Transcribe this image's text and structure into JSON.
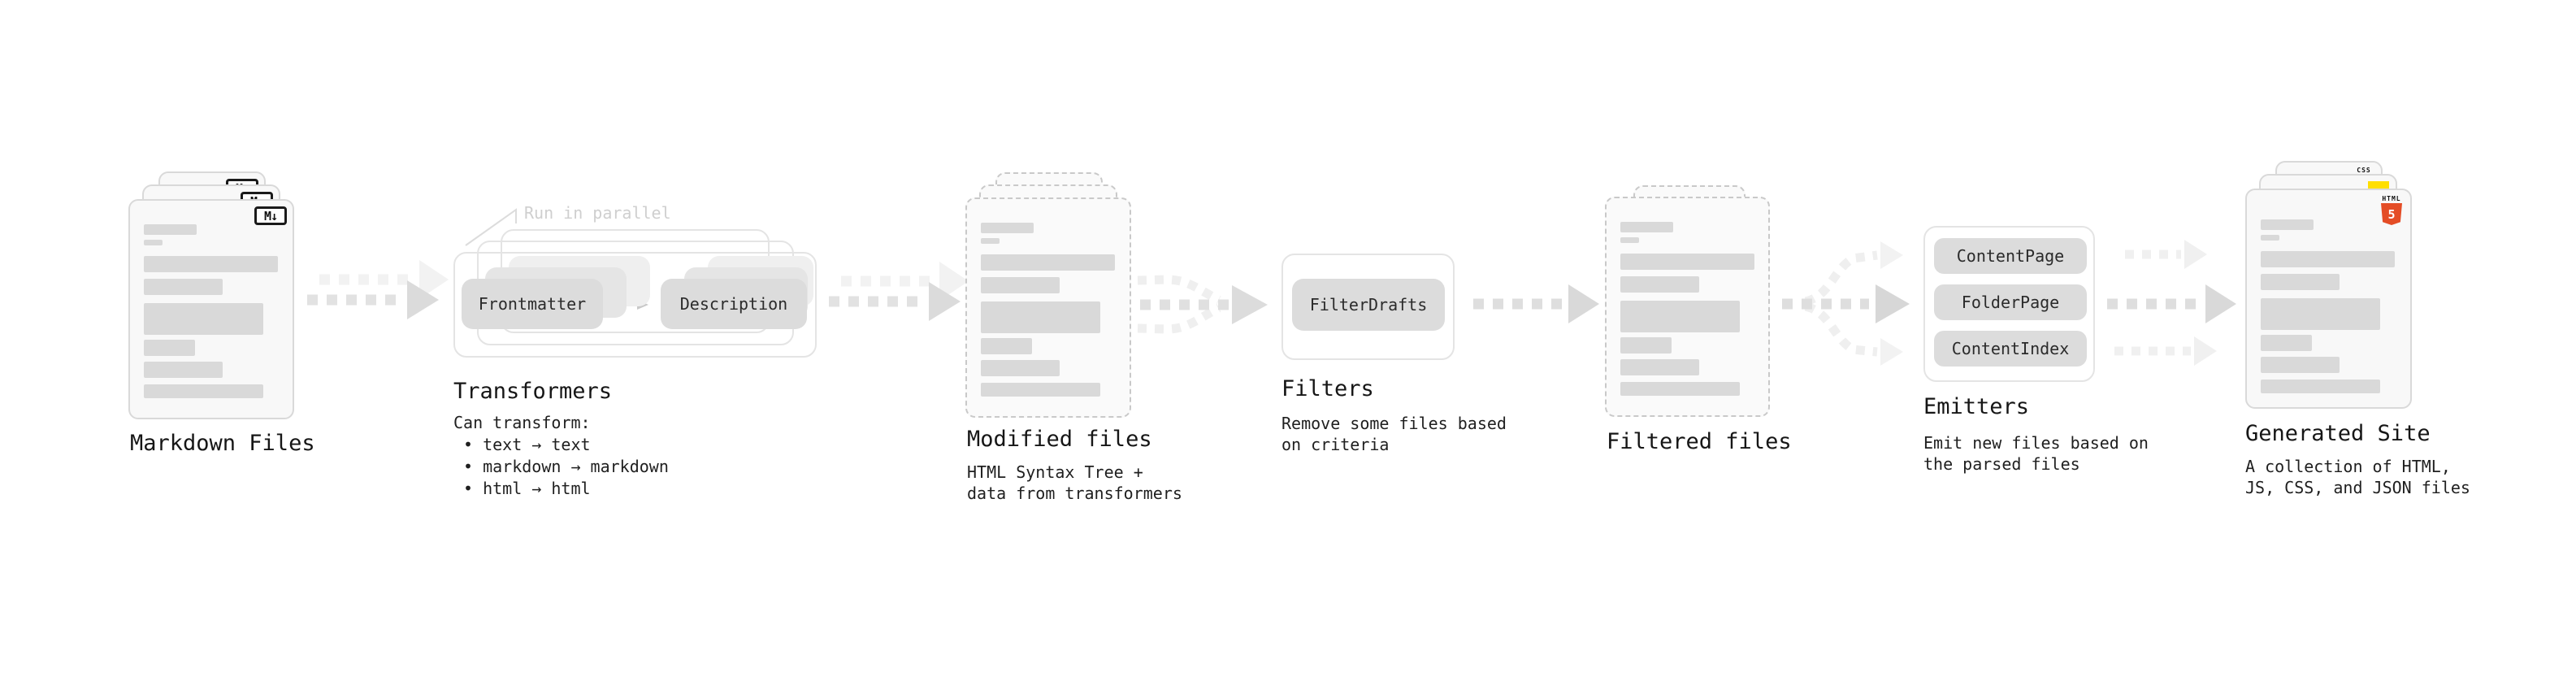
{
  "stages": {
    "markdown": {
      "caption": "Markdown Files"
    },
    "transformers": {
      "caption": "Transformers",
      "note": "Run in parallel",
      "chip_left": "Frontmatter",
      "chip_right": "Description",
      "desc_title": "Can transform:",
      "bullets": [
        "• text → text",
        "• markdown → markdown",
        "• html → html"
      ]
    },
    "modified": {
      "caption": "Modified files",
      "desc": "HTML Syntax Tree +\ndata from transformers"
    },
    "filters": {
      "caption": "Filters",
      "chip": "FilterDrafts",
      "desc": "Remove some files based\non criteria"
    },
    "filtered": {
      "caption": "Filtered files"
    },
    "emitters": {
      "caption": "Emitters",
      "chips": [
        "ContentPage",
        "FolderPage",
        "ContentIndex"
      ],
      "desc": "Emit new files based on\nthe parsed files"
    },
    "generated": {
      "caption": "Generated Site",
      "desc": "A collection of HTML,\nJS, CSS, and JSON files"
    }
  },
  "icons": {
    "markdown_badge": "M↓",
    "html5_label": "HTML",
    "html5_number": "5",
    "css_label": "CSS"
  },
  "colors": {
    "card_border": "#d9d9d9",
    "dashed_border": "#c9c9c9",
    "placeholder_bar": "#d9d9d9",
    "chip_fill": "#dcdcdc",
    "outline_box": "#e4e4e4",
    "arrow_dark": "#dedede",
    "arrow_light": "#f0f0f0",
    "html5_orange": "#e44d26",
    "js_yellow": "#ffdf00",
    "css_blue": "#2e6be5"
  }
}
